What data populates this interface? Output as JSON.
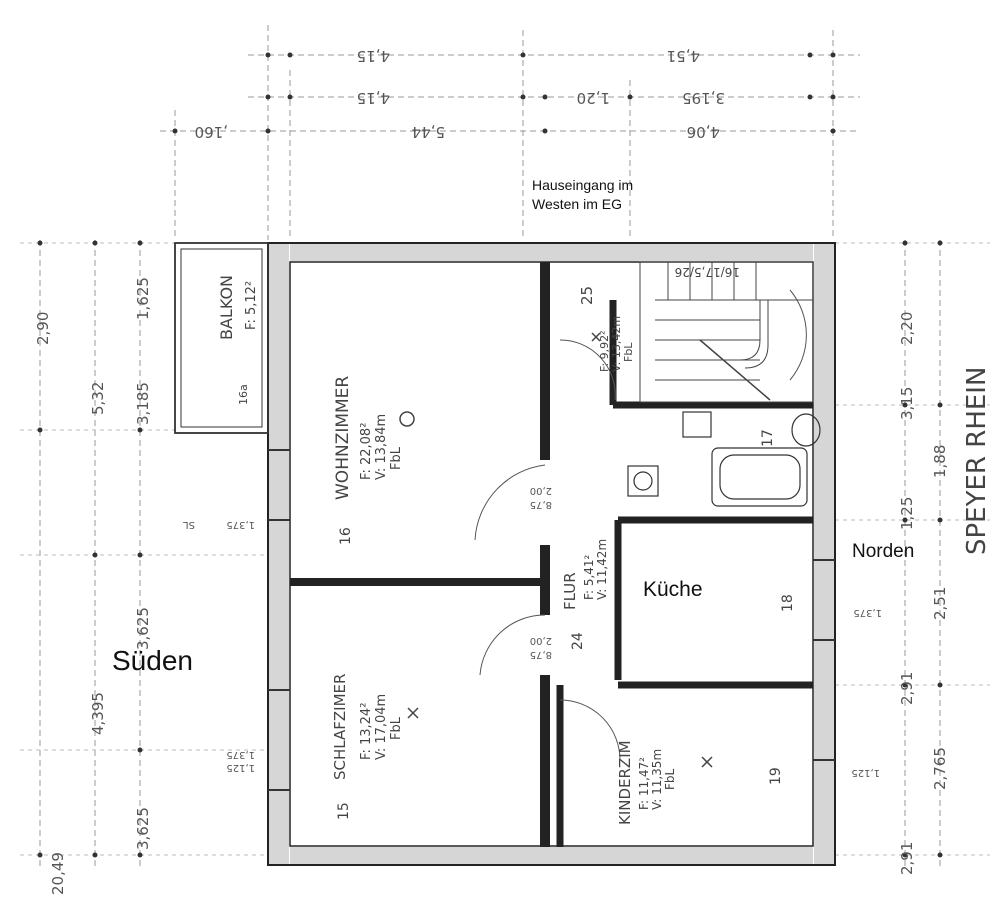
{
  "labels": {
    "entrance_line1": "Hauseingang im",
    "entrance_line2": "Westen  im EG",
    "south": "Süden",
    "north": "Norden",
    "kitchen": "Küche"
  },
  "rooms": {
    "balcony": {
      "name": "BALKON",
      "area": "F: 5,12²",
      "extra": "16a"
    },
    "living": {
      "name": "WOHNZIMMER",
      "area": "F: 22,08²",
      "volume": "V: 13,84m",
      "floor": "FbL",
      "num": "16"
    },
    "bedroom": {
      "name": "SCHLAFZIMER",
      "area": "F: 13,24²",
      "volume": "V: 17,04m",
      "floor": "FbL",
      "num": "15"
    },
    "hall": {
      "name": "FLUR",
      "area": "F: 5,41²",
      "volume": "V: 11,42m",
      "num": "24"
    },
    "children": {
      "name": "KINDERZIM",
      "area": "F: 11,47²",
      "volume": "V: 11,35m",
      "floor": "FbL",
      "num": "19"
    },
    "stairs": {
      "num": "25",
      "area": "F: 9,92²",
      "volume": "V: 13,42m",
      "floor": "FbL",
      "steps": "16/17,5/26"
    },
    "bath": {
      "num": "17"
    },
    "kitchen": {
      "num": "18"
    }
  },
  "dimensions": {
    "top_row1": [
      "4,15",
      "4,51"
    ],
    "top_row2": [
      "4,15",
      "1,20",
      "3,195"
    ],
    "top_row3": [
      ",160",
      "5,44",
      "4,06"
    ],
    "left_col1": [
      "2,90",
      "5,32",
      "4,395",
      "20,49"
    ],
    "left_col2": [
      "1,625",
      "3,185",
      "3,625",
      "3,625"
    ],
    "right_col": [
      "2,20",
      "3,15",
      "1,88",
      "1,25",
      "2,51",
      "2,91",
      "2,765",
      "2,91"
    ],
    "door_marks": [
      "8,75",
      "2,00"
    ],
    "sill_marks": [
      "1,375",
      "1,125",
      "SL"
    ],
    "vertical_text": "SPEYER RHEIN"
  }
}
